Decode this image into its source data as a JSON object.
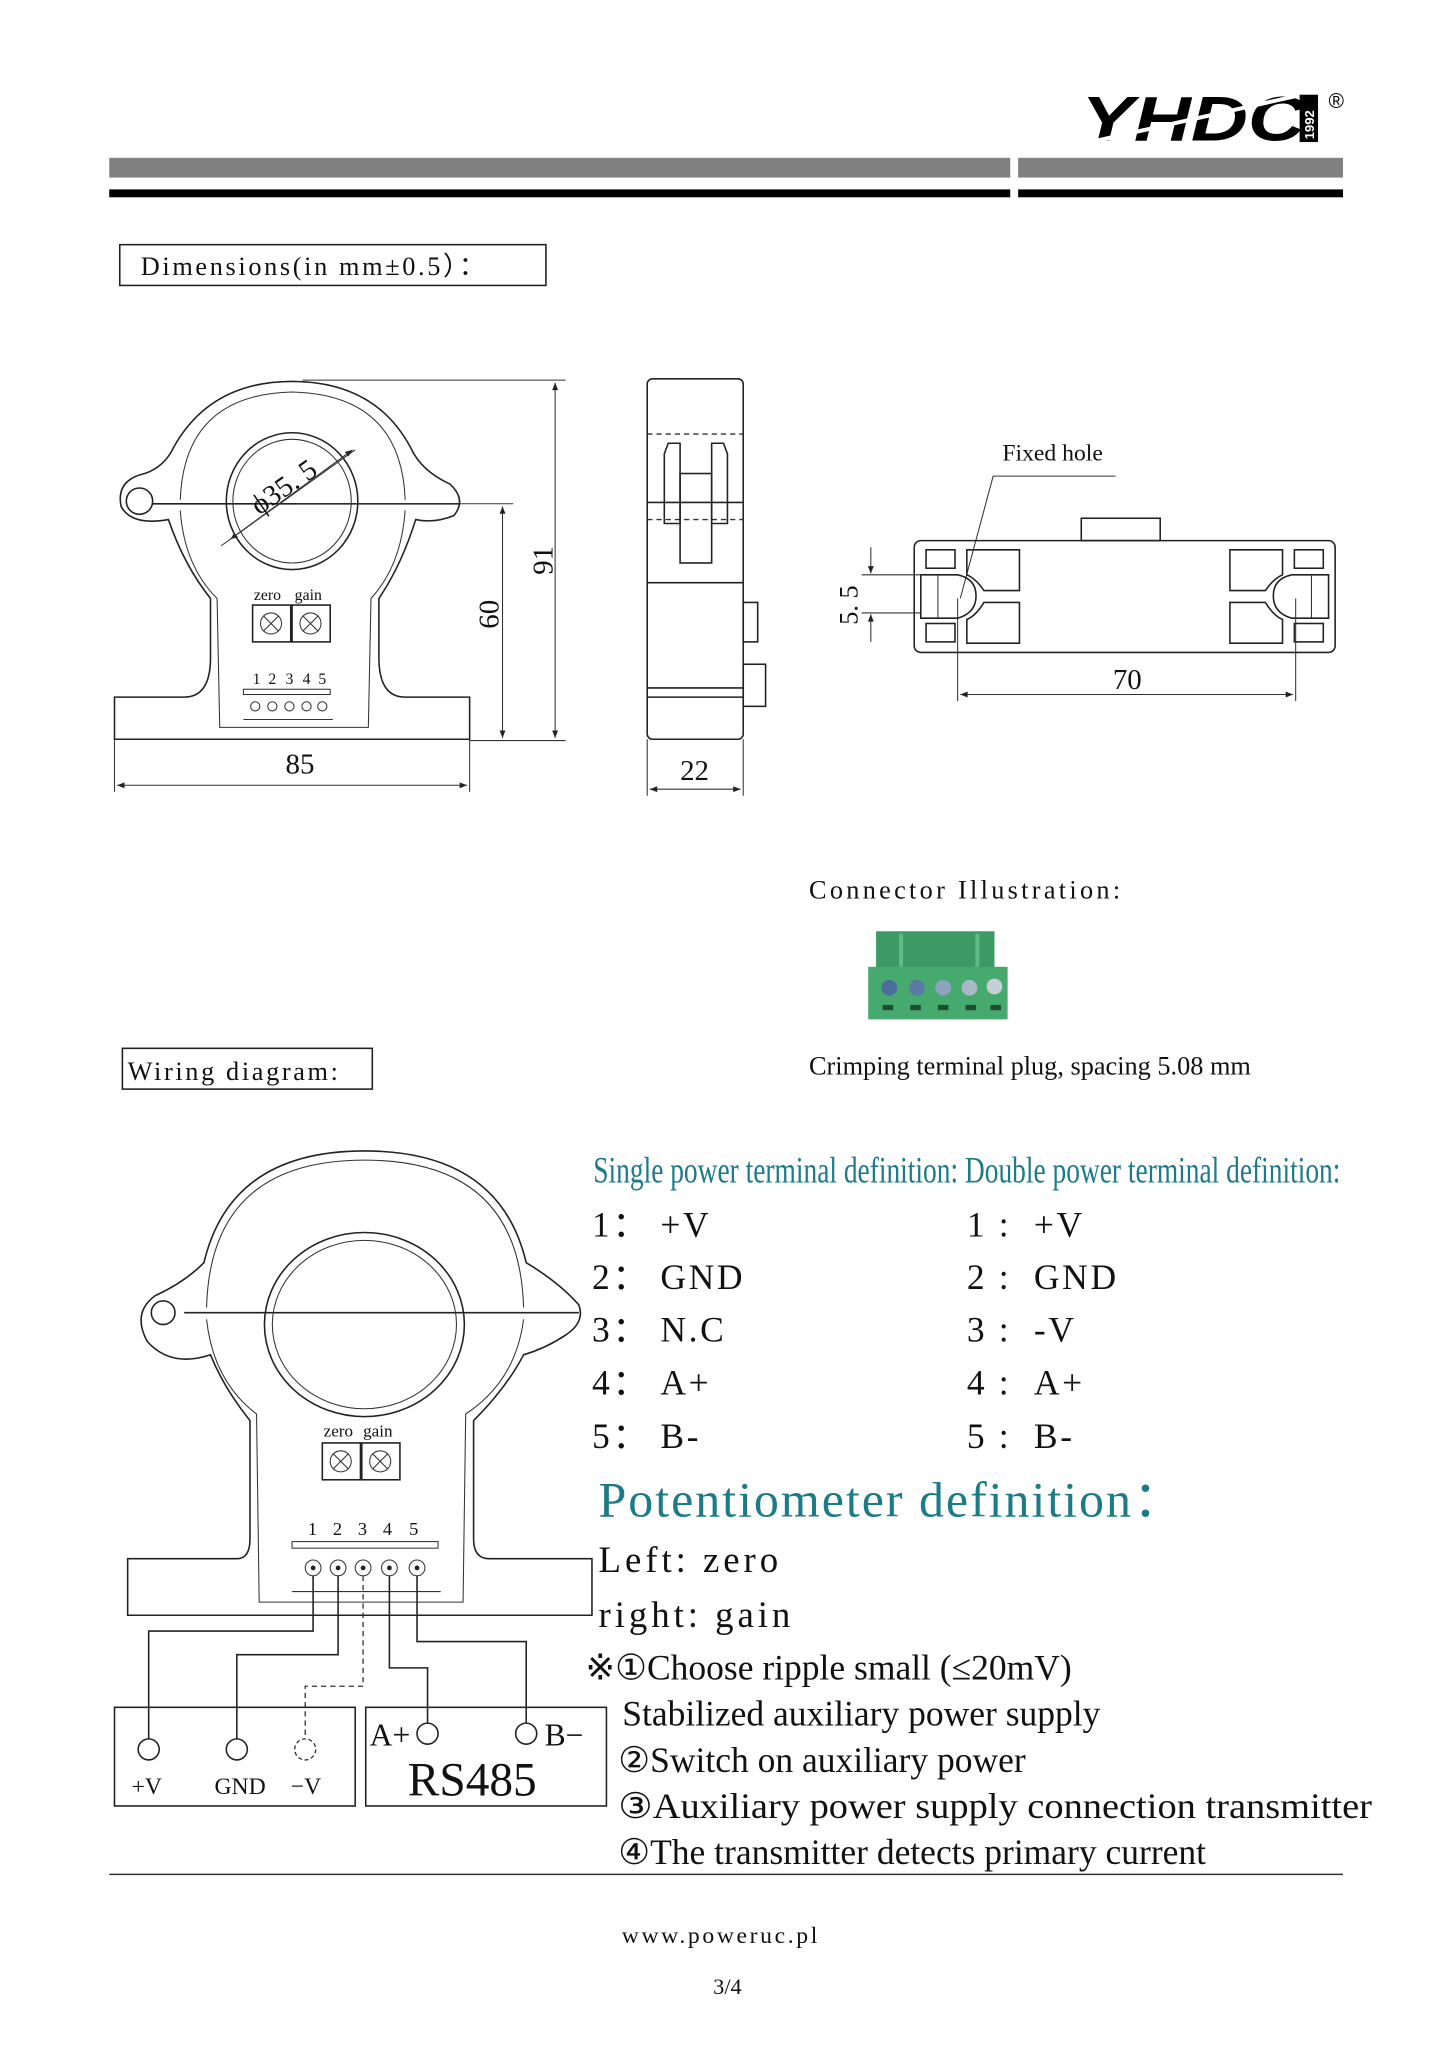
{
  "header": {
    "logo_text": "YHDC",
    "logo_year": "1992",
    "registered_mark": "®"
  },
  "dimensions": {
    "heading": "Dimensions(in mm±0.5）：",
    "front": {
      "diameter": "ϕ35. 5",
      "zero": "zero",
      "gain": "gain",
      "pins": [
        "1",
        "2",
        "3",
        "4",
        "5"
      ],
      "height_total": "91",
      "height_center": "60",
      "width": "85"
    },
    "side": {
      "width": "22"
    },
    "bottom": {
      "fixed_hole": "Fixed hole",
      "slot": "5. 5",
      "hole_spacing": "70"
    }
  },
  "connector": {
    "heading": "Connector Illustration:",
    "caption": "Crimping terminal plug, spacing  5.08 mm"
  },
  "wiring": {
    "heading": "Wiring diagram:",
    "zero": "zero",
    "gain": "gain",
    "pins": [
      "1",
      "2",
      "3",
      "4",
      "5"
    ],
    "power_labels": [
      "+V",
      "GND",
      "−V"
    ],
    "rs485_a": "A+",
    "rs485_b": "B−",
    "rs485_label": "RS485"
  },
  "definitions": {
    "title": "Single power terminal definition: Double power terminal definition:",
    "single": [
      {
        "num": "1：",
        "val": "+V"
      },
      {
        "num": "2：",
        "val": "GND"
      },
      {
        "num": "3：",
        "val": "N.C"
      },
      {
        "num": "4：",
        "val": "A+"
      },
      {
        "num": "5：",
        "val": "B-"
      }
    ],
    "double": [
      {
        "num": "1 :",
        "val": "+V"
      },
      {
        "num": "2 :",
        "val": "GND"
      },
      {
        "num": "3 :",
        "val": "-V"
      },
      {
        "num": "4 :",
        "val": "A+"
      },
      {
        "num": "5 :",
        "val": "B-"
      }
    ],
    "pot_title": "Potentiometer definition：",
    "pot_left": "Left:  zero",
    "pot_right": "right:  gain",
    "notes": [
      "※①Choose ripple small (≤20mV)",
      "Stabilized auxiliary power supply",
      "②Switch on auxiliary power",
      "③Auxiliary power supply connection transmitter",
      "④The transmitter detects primary current"
    ]
  },
  "footer": {
    "website": "www.poweruc.pl",
    "page": "3/4"
  },
  "colors": {
    "teal": "#1d7b88",
    "bar_gray": "#808080",
    "connector_green": "#3fa46a"
  }
}
